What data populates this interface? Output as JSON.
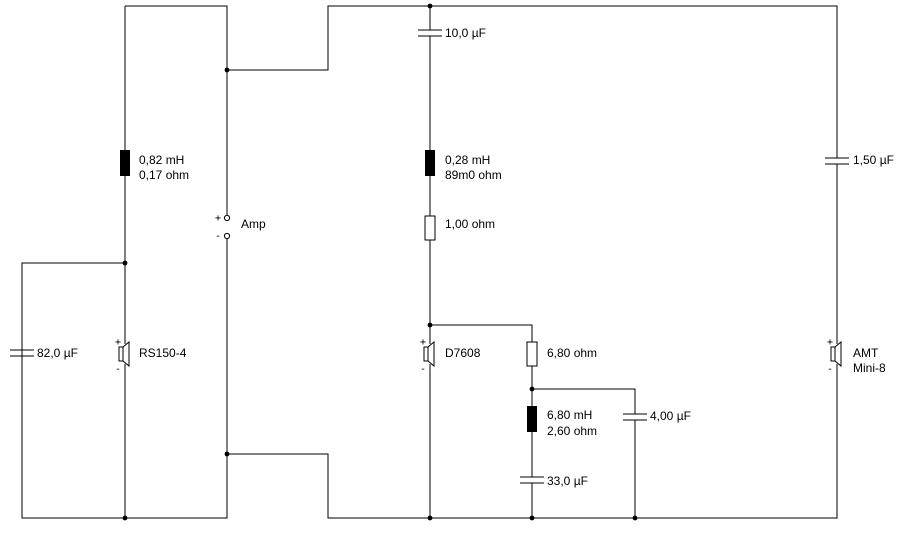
{
  "amp": {
    "label": "Amp",
    "plus": "+",
    "minus": "-"
  },
  "woofer_branch": {
    "inductor": {
      "value": "0,82 mH",
      "resistance": "0,17 ohm"
    },
    "capacitor": "82,0 µF",
    "speaker": "RS150-4"
  },
  "mid_branch": {
    "capacitor_series": "10,0 µF",
    "inductor": {
      "value": "0,28 mH",
      "resistance": "89m0 ohm"
    },
    "resistor": "1,00 ohm",
    "speaker": "D7608",
    "resistor_notch": "6,80 ohm",
    "inductor_notch": {
      "value": "6,80 mH",
      "resistance": "2,60 ohm"
    },
    "capacitor_notch": "33,0 µF",
    "capacitor_shunt": "4,00 µF"
  },
  "tweeter_branch": {
    "capacitor": "1,50 µF",
    "speaker": {
      "line1": "AMT",
      "line2": "Mini-8"
    }
  },
  "speaker_polarity": {
    "plus": "+",
    "minus": "-"
  }
}
